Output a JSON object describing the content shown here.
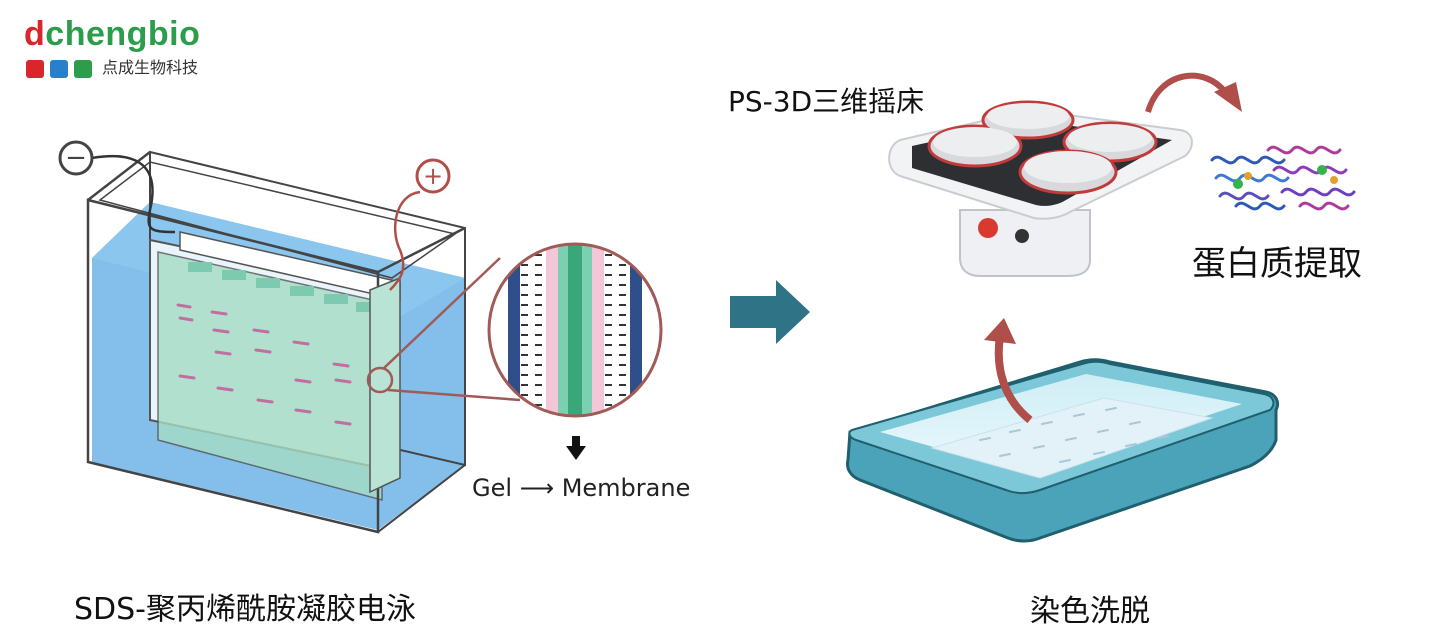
{
  "logo": {
    "brand_first": "d",
    "brand_rest": "chengbio",
    "subtitle": "点成生物科技",
    "colors": {
      "red": "#d9262b",
      "blue": "#2a7fc9",
      "green": "#2c9d4a"
    }
  },
  "labels": {
    "sds_page": "SDS-聚丙烯酰胺凝胶电泳",
    "shaker": "PS-3D三维摇床",
    "protein_extract": "蛋白质提取",
    "staining": "染色洗脱",
    "transfer": "Gel ⟶ Membrane"
  },
  "electrodes": {
    "negative": "−",
    "positive": "+"
  },
  "colors": {
    "buffer": "#6fb3e8",
    "gel": "#9fd8c0",
    "arrow": "#2f7386",
    "curved_arrow": "#b04f4a",
    "tray": "#4aa3b8"
  },
  "icons": [
    "electrophoresis-tank-icon",
    "magnifier-icon",
    "down-arrow-icon",
    "right-arrow-icon",
    "shaker-icon",
    "protein-structure-icon",
    "staining-tray-icon"
  ]
}
